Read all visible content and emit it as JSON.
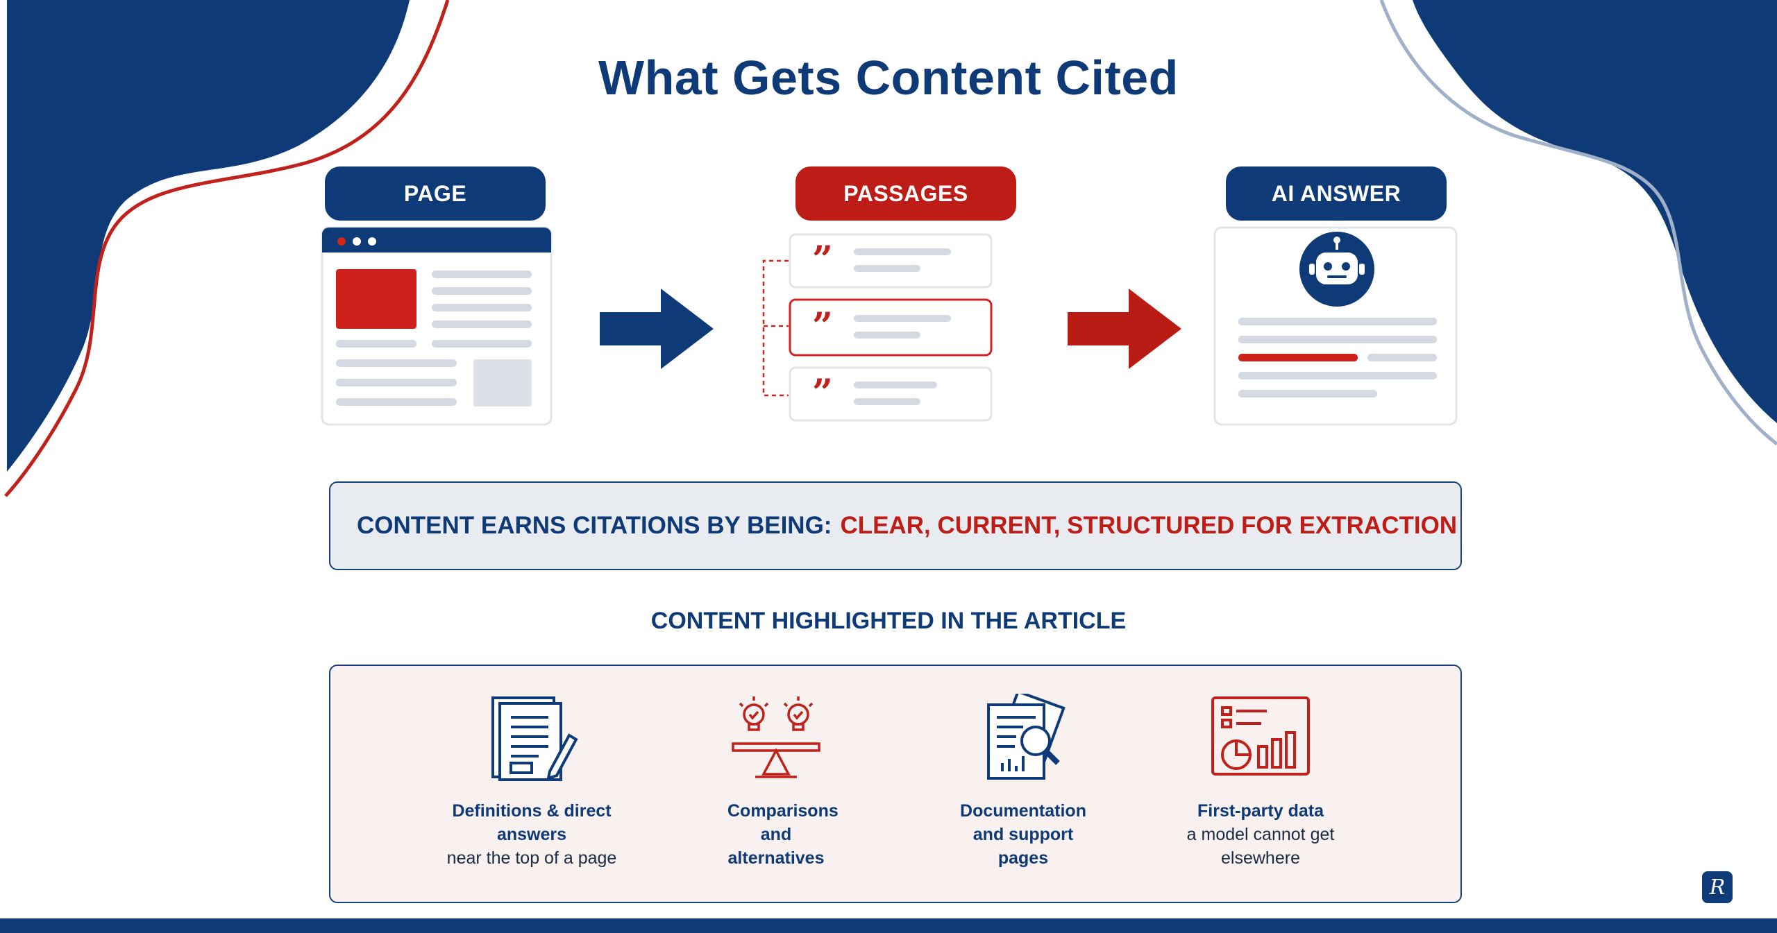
{
  "title": "What Gets Content Cited",
  "flow": {
    "page_label": "PAGE",
    "passages_label": "PASSAGES",
    "answer_label": "AI ANSWER"
  },
  "banner": {
    "lead": "CONTENT EARNS CITATIONS BY BEING:",
    "emphasis": "CLEAR, CURRENT, STRUCTURED FOR EXTRACTION"
  },
  "subhead": "CONTENT HIGHLIGHTED IN THE ARTICLE",
  "items": [
    {
      "icon": "document-pen-icon",
      "bold": "Definitions & direct answers",
      "text": "near the top of a page"
    },
    {
      "icon": "lightbulb-balance-icon",
      "bold": "Comparisons and alternatives",
      "text": ""
    },
    {
      "icon": "documentation-magnifier-icon",
      "bold": "Documentation and support pages",
      "text": ""
    },
    {
      "icon": "analytics-dashboard-icon",
      "bold": "First-party data",
      "text": "a model cannot get elsewhere"
    }
  ],
  "logo_letter": "R",
  "colors": {
    "navy": "#0f3a78",
    "red": "#be1d17",
    "light_gray": "#d5d9e2"
  }
}
